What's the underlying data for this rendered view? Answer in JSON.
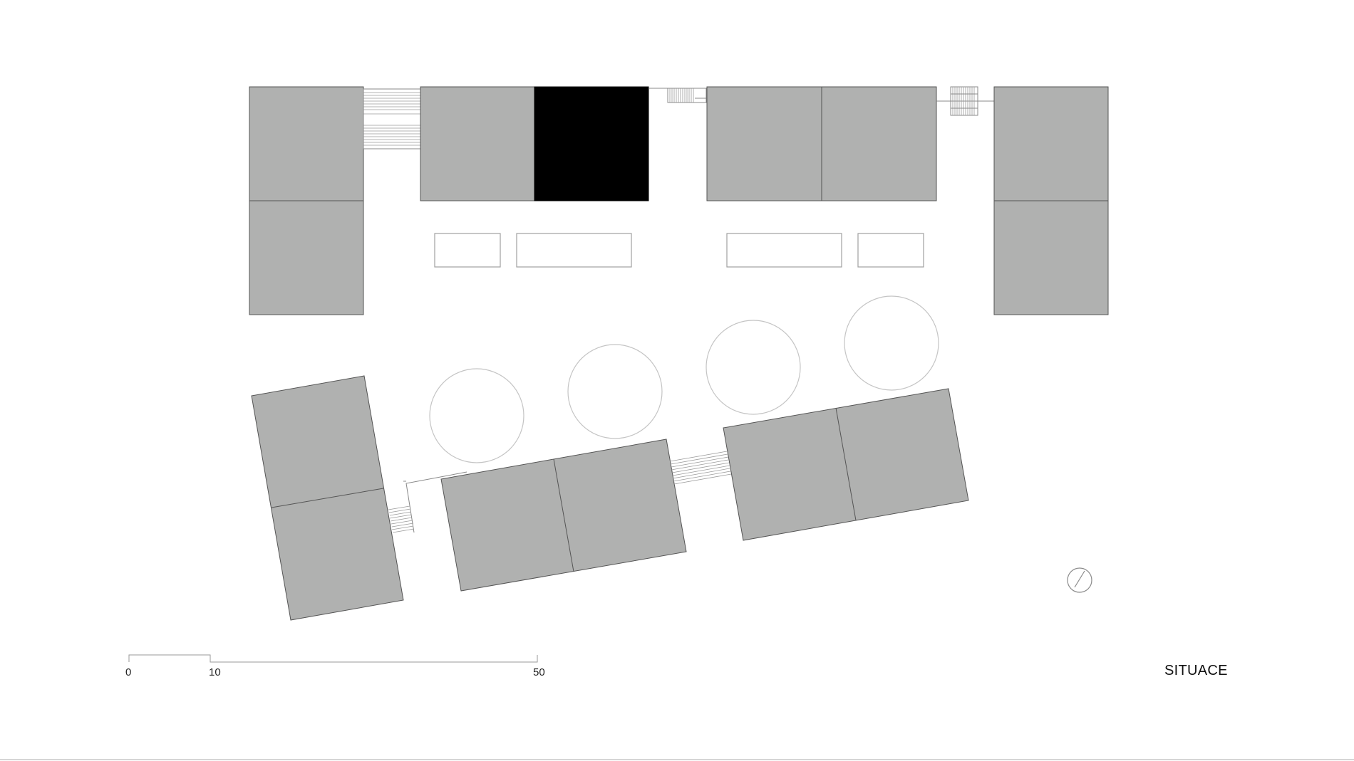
{
  "drawing": {
    "title": "SITUACE",
    "scale_bar": {
      "labels": [
        "0",
        "10",
        "50"
      ]
    },
    "colors": {
      "building": "#b0b1b0",
      "highlighted_building": "#000000",
      "background": "#ffffff"
    },
    "icons": [
      "north-arrow-icon"
    ]
  }
}
